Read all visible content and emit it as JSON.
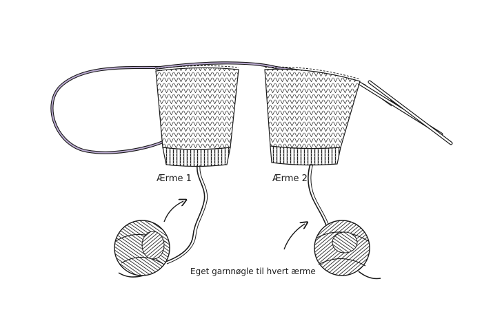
{
  "labels": {
    "sleeve_1": "Ærme 1",
    "sleeve_2": "Ærme 2",
    "caption": "Eget garnnøgle til hvert ærme"
  },
  "colors": {
    "line": "#1a1a1a",
    "cable": "#b9a9cf",
    "background": "#ffffff"
  }
}
